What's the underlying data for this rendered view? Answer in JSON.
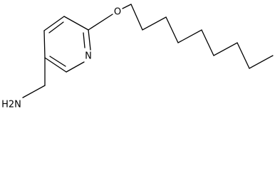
{
  "molecule": {
    "atoms": {
      "oxygen": "O",
      "nitrogen": "N",
      "amine": "H2N"
    }
  }
}
